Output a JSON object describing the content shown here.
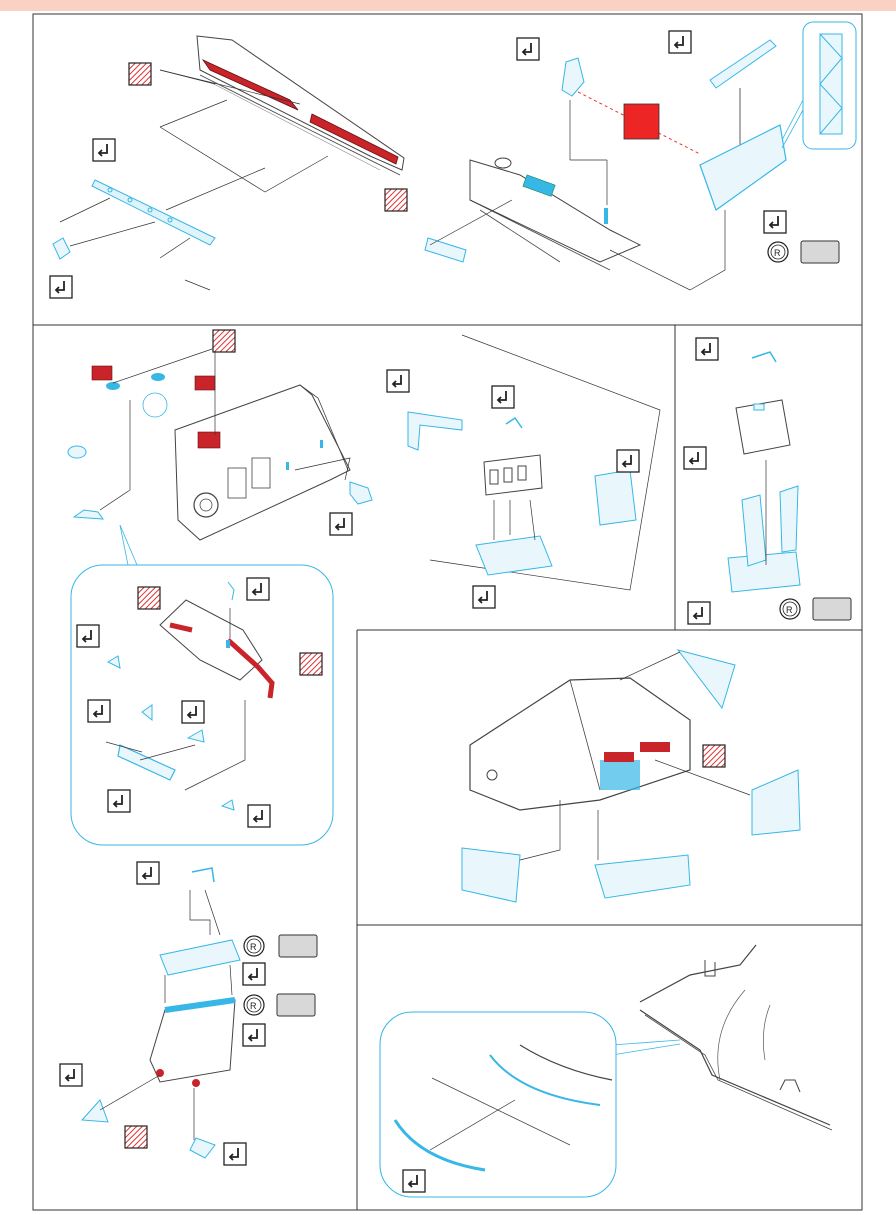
{
  "sheet": {
    "accent_band_color": "#f9d2c3",
    "frame_color": "#333333",
    "part_blue": "#36b7e6",
    "part_red": "#c9242a",
    "warning_red": "#ee2525"
  },
  "icons": {
    "fold_box": "fold-arrow-icon",
    "red_part_badge": "red-hatched-part-icon",
    "resin_badge": "resin-R-icon",
    "gray_tag": "blank-gray-tag"
  },
  "resin_marks": [
    "R",
    "R",
    "R",
    "R"
  ]
}
